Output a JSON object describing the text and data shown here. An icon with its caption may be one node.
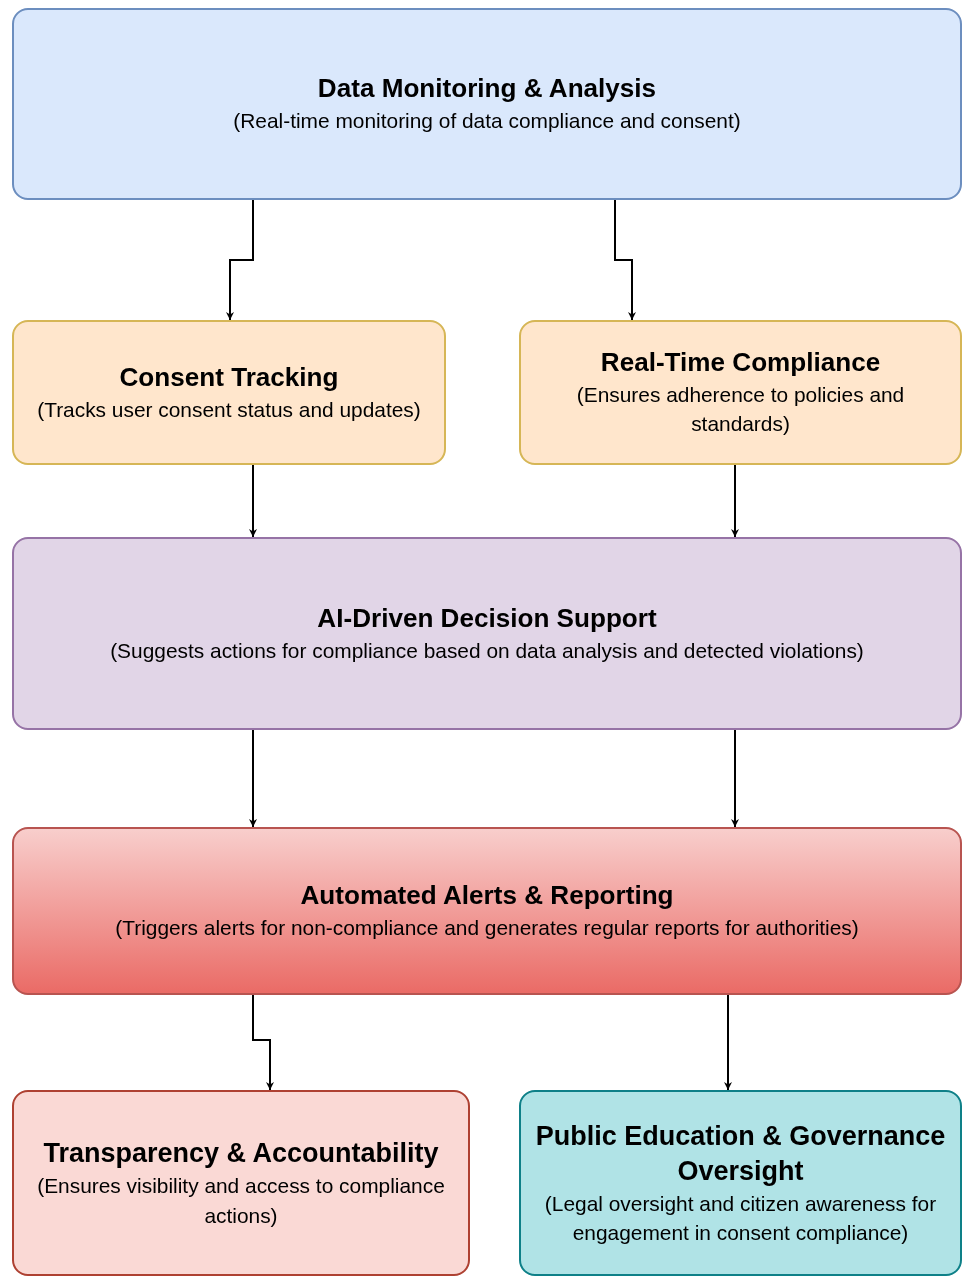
{
  "diagram": {
    "nodes": [
      {
        "text": [
          "Data Monitoring & Analysis",
          "(Real-time monitoring of data compliance and consent)"
        ]
      },
      {
        "text": [
          "Consent Tracking",
          "(Tracks user consent status and updates)"
        ]
      },
      {
        "text": [
          "Real-Time Compliance",
          "(Ensures adherence to policies and standards)"
        ]
      },
      {
        "text": [
          "AI-Driven Decision Support",
          "(Suggests actions for compliance based on data analysis and detected violations)"
        ]
      },
      {
        "text": [
          "Automated Alerts & Reporting",
          "(Triggers alerts for non-compliance and generates regular reports for authorities)"
        ]
      },
      {
        "text": [
          "Transparency & Accountability",
          "(Ensures visibility and access to compliance actions)"
        ]
      },
      {
        "text": [
          "Public Education & Governance Oversight",
          "(Legal oversight and citizen awareness for engagement in consent compliance)"
        ]
      }
    ],
    "edges": [
      {
        "from": 0,
        "to": 1,
        "arrow": "to"
      },
      {
        "from": 0,
        "to": 2,
        "arrow": "to"
      },
      {
        "from": 1,
        "to": 3,
        "arrow": "to"
      },
      {
        "from": 2,
        "to": 3,
        "arrow": "to"
      },
      {
        "from": 3,
        "to": 4,
        "arrow": "to"
      },
      {
        "from": 3,
        "to": 4,
        "arrow": "to"
      },
      {
        "from": 4,
        "to": 5,
        "arrow": "to"
      },
      {
        "from": 4,
        "to": 6,
        "arrow": "to"
      }
    ]
  }
}
